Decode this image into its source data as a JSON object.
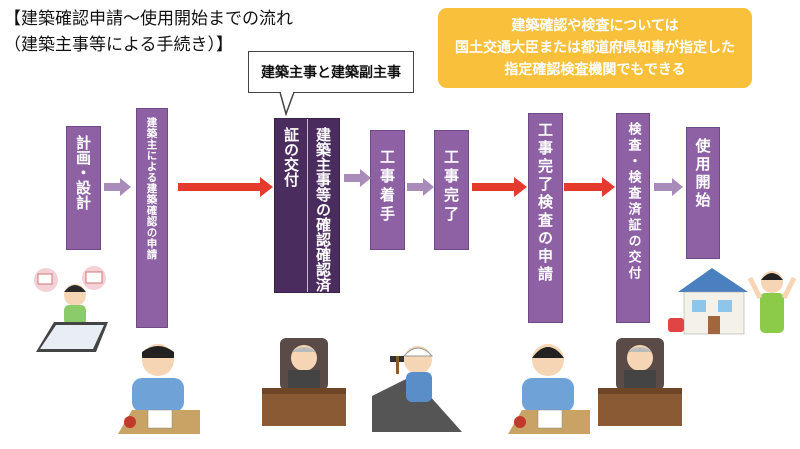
{
  "title": {
    "line1": "【建築確認申請～使用開始までの流れ",
    "line2": "（建築主事等による手続き）】"
  },
  "note": {
    "line1": "建築確認や検査については",
    "line2": "国土交通大臣または都道府県知事が指定した",
    "line3": "指定確認検査機関でもできる"
  },
  "bubble": {
    "text": "建築主事と建築副主事"
  },
  "steps": {
    "s1": "計画・設計",
    "s2": "建築主による建築確認の申請",
    "s3a": "建築主事等の確認",
    "s3b": "確認済証の交付",
    "s4": "工事着手",
    "s5": "工事完了",
    "s6": "工事完了検査の申請",
    "s7": "検査・検査済証の交付",
    "s8": "使用開始"
  },
  "colors": {
    "purple": "#8d61a4",
    "dark_purple": "#4b2c5f",
    "red_arrow": "#e53b2f",
    "light_arrow": "#a98bb9",
    "note_bg": "#f9c13b"
  },
  "icons": {
    "arrow_small": "arrow-right-icon",
    "arrow_red": "red-arrow-right-icon"
  }
}
